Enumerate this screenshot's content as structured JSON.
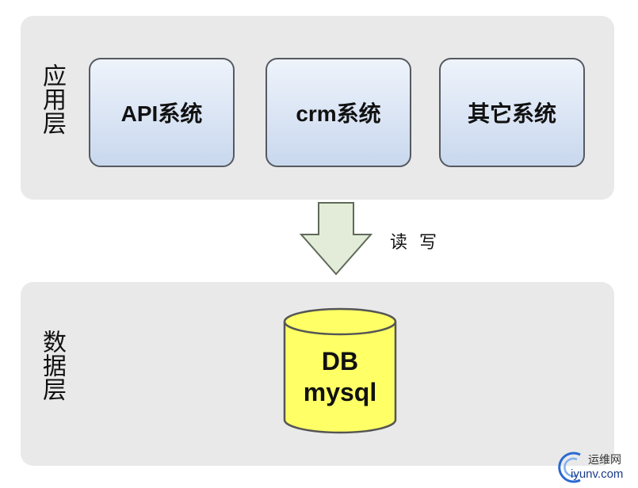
{
  "app_layer": {
    "label": "应用层",
    "systems": [
      {
        "label": "API系统"
      },
      {
        "label": "crm系统"
      },
      {
        "label": "其它系统"
      }
    ]
  },
  "connector": {
    "label": "读 写",
    "arrow_icon": "down-arrow-icon"
  },
  "data_layer": {
    "label": "数据层",
    "database": {
      "line1": "DB",
      "line2": "mysql",
      "icon": "database-cylinder-icon"
    }
  },
  "watermark": {
    "title": "运维网",
    "url": "iyunv.com"
  },
  "colors": {
    "layer_bg": "#e9e9ea",
    "box_fill_top": "#eef3fb",
    "box_fill_bottom": "#c9d8ee",
    "box_border": "#555a60",
    "arrow_fill": "#e3ecd8",
    "db_fill": "#ffff66",
    "db_border": "#555555"
  }
}
